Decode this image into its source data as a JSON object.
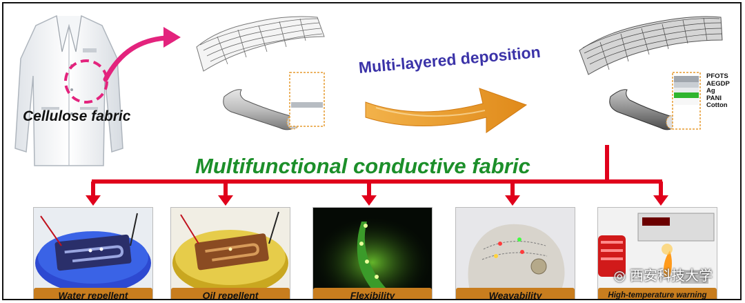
{
  "figure": {
    "fabric_label": "Cellulose fabric",
    "process_label": "Multi-layered deposition",
    "result_label": "Multifunctional conductive fabric",
    "layers": [
      "PFOTS",
      "AEGDP",
      "Ag",
      "PANI",
      "Cotton"
    ],
    "applications": [
      "Water repellent",
      "Oil repellent",
      "Flexibility",
      "Weavability",
      "High-temperature warning"
    ],
    "watermark": "西安科技大学"
  },
  "colors": {
    "red_arrow": "#e0001b",
    "magenta_arrow": "#e3237d",
    "orange_arrow": "#e69a2e",
    "title_green": "#1c8f2a",
    "title_blue": "#3b33a8",
    "caption_bg": "#c87d1e",
    "layer_green": "#2fb52f",
    "layer_gray": "#a0a6ad"
  }
}
